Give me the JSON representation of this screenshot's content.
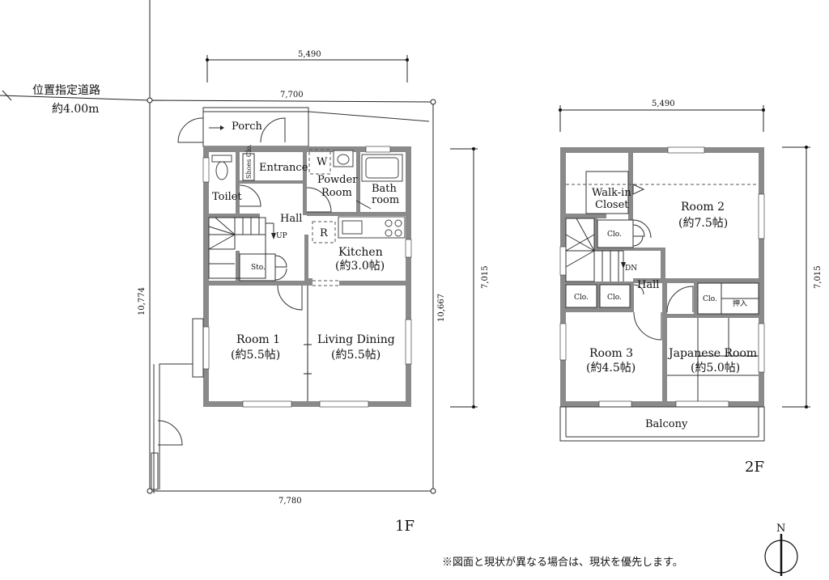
{
  "site": {
    "road_label": "位置指定道路",
    "road_width": "約4.00m",
    "dim_top": "7,700",
    "dim_bottom": "7,780",
    "dim_left": "10,774",
    "dim_right": "10,667"
  },
  "floor1": {
    "label": "1F",
    "dim_width": "5,490",
    "dim_height": "7,015",
    "rooms": {
      "porch": "Porch",
      "entrance": "Entrance",
      "shoes": "Shoes Clo.",
      "toilet": "Toilet",
      "powder": "Powder",
      "powder2": "Room",
      "w": "W",
      "bath": "Bath",
      "bath2": "room",
      "hall": "Hall",
      "up": "UP",
      "r": "R",
      "kitchen": "Kitchen",
      "kitchen_size": "(約3.0帖)",
      "sto": "Sto.",
      "room1": "Room 1",
      "room1_size": "(約5.5帖)",
      "living": "Living Dining",
      "living_size": "(約5.5帖)"
    }
  },
  "floor2": {
    "label": "2F",
    "dim_width": "5,490",
    "dim_height": "7,015",
    "rooms": {
      "walkin": "Walk-in",
      "walkin2": "Closet",
      "room2": "Room 2",
      "room2_size": "(約7.5帖)",
      "clo_stair": "Clo.",
      "dn": "DN",
      "hall": "Hall",
      "clo_a": "Clo.",
      "clo_b": "Clo.",
      "clo_c": "Clo.",
      "oshiire": "押入",
      "room3": "Room 3",
      "room3_size": "(約4.5帖)",
      "japanese": "Japanese Room",
      "japanese_size": "(約5.0帖)",
      "balcony": "Balcony"
    }
  },
  "note": "※図面と現状が異なる場合は、現状を優先します。",
  "compass": {
    "north": "N"
  }
}
